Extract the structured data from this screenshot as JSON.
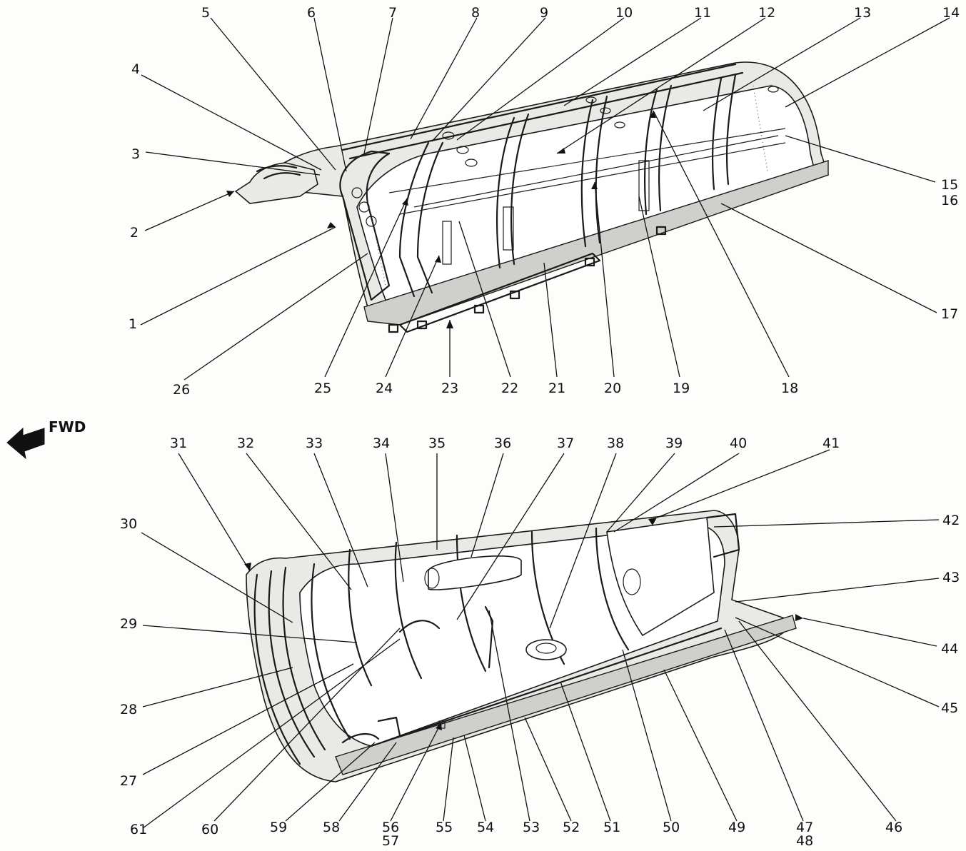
{
  "direction": {
    "label": "FWD",
    "icon": "forward-arrow-icon"
  },
  "upper_assembly": {
    "callouts": [
      "1",
      "2",
      "3",
      "4",
      "5",
      "6",
      "7",
      "8",
      "9",
      "10",
      "11",
      "12",
      "13",
      "14",
      "15",
      "16",
      "17",
      "18",
      "19",
      "20",
      "21",
      "22",
      "23",
      "24",
      "25",
      "26"
    ]
  },
  "lower_assembly": {
    "callouts": [
      "27",
      "28",
      "29",
      "30",
      "31",
      "32",
      "33",
      "34",
      "35",
      "36",
      "37",
      "38",
      "39",
      "40",
      "41",
      "42",
      "43",
      "44",
      "45",
      "46",
      "47",
      "48",
      "49",
      "50",
      "51",
      "52",
      "53",
      "54",
      "55",
      "56",
      "57",
      "58",
      "59",
      "60",
      "61"
    ]
  },
  "colors": {
    "ink": "#1a1a1a",
    "paper": "#fdfdfb",
    "shade": "#e9e9e6"
  }
}
